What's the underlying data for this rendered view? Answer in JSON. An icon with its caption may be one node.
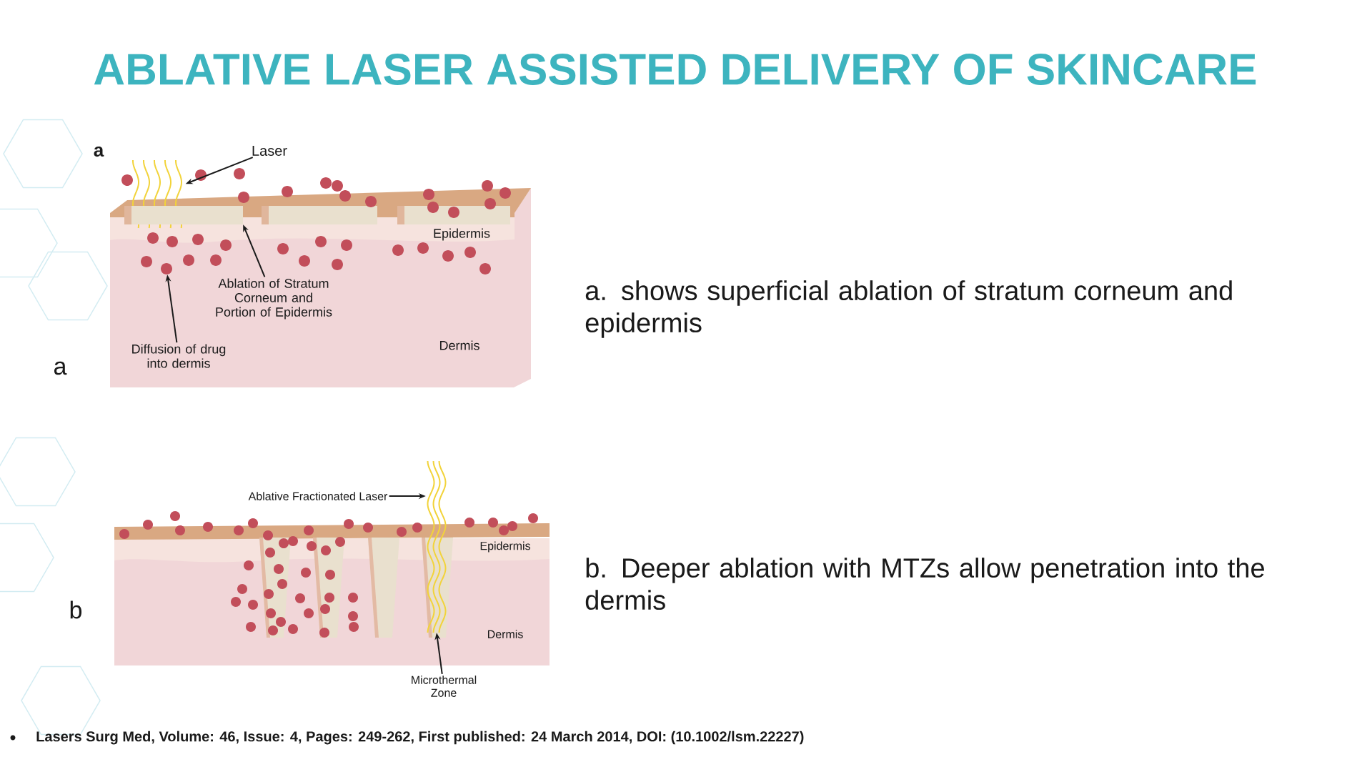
{
  "diagram": {
    "title": "ABLATIVE LASER ASSISTED DELIVERY OF SKINCARE",
    "nodes": [
      {
        "text": [
          "Laser"
        ]
      },
      {
        "text": [],
        "shape": "picture"
      },
      {
        "text": [
          "Ablation of Stratum Corneum and Portion of Epidermis"
        ]
      },
      {
        "text": [
          "Diffusion of drug into dermis"
        ]
      },
      {
        "text": [
          "Ablative Fractionated Laser"
        ]
      },
      {
        "text": [],
        "shape": "picture"
      },
      {
        "text": [
          "Microthermal Zone"
        ]
      },
      {
        "text": [],
        "shape": "box"
      },
      {
        "text": [],
        "shape": "box"
      },
      {
        "text": [],
        "shape": "box"
      },
      {
        "text": [],
        "shape": "circle"
      }
    ],
    "edges": [
      {
        "from": 0,
        "to": 1,
        "arrow": "to"
      },
      {
        "from": 2,
        "to": 7,
        "arrow": "to"
      },
      {
        "from": 3,
        "to": 10,
        "arrow": "to"
      },
      {
        "from": 4,
        "to": 5,
        "arrow": "to"
      },
      {
        "from": 6,
        "to": 5,
        "arrow": "to"
      }
    ],
    "labels": [
      "a",
      "Epidermis",
      "Dermis",
      "a",
      "a. shows superficial ablation of stratum corneum and epidermis",
      "Epidermis",
      "Dermis",
      "b",
      "b. Deeper ablation with MTZs allow penetration into the dermis",
      "Lasers Surg Med, Volume: 46, Issue: 4, Pages: 249-262, First published: 24 March 2014, DOI: (10.1002/lsm.22227)"
    ]
  }
}
